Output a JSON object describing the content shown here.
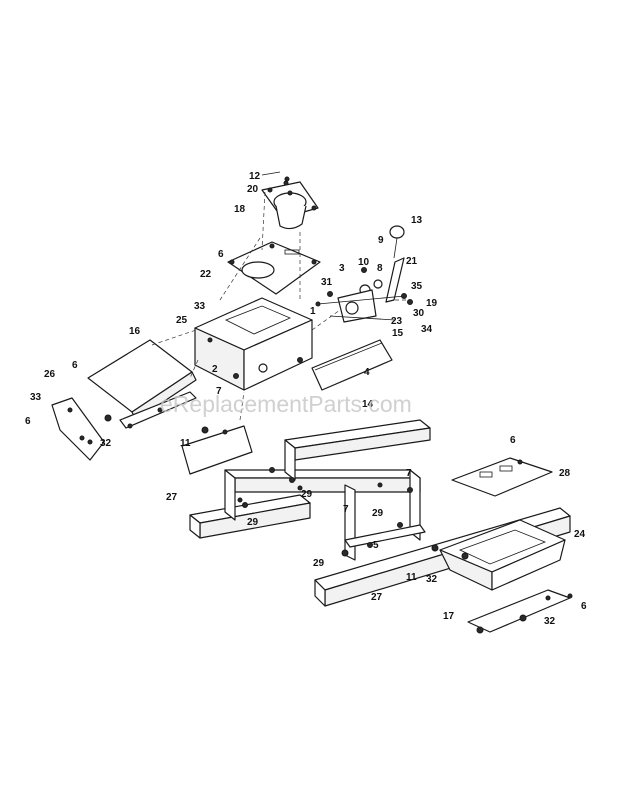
{
  "watermark": "eReplacementParts.com",
  "callouts": [
    {
      "id": "c12a",
      "text": "12"
    },
    {
      "id": "c20",
      "text": "20"
    },
    {
      "id": "c18",
      "text": "18"
    },
    {
      "id": "c6a",
      "text": "6"
    },
    {
      "id": "c22",
      "text": "22"
    },
    {
      "id": "c33a",
      "text": "33"
    },
    {
      "id": "c25",
      "text": "25"
    },
    {
      "id": "c2",
      "text": "2"
    },
    {
      "id": "c7a",
      "text": "7"
    },
    {
      "id": "c16",
      "text": "16"
    },
    {
      "id": "c6b",
      "text": "6"
    },
    {
      "id": "c26",
      "text": "26"
    },
    {
      "id": "c33b",
      "text": "33"
    },
    {
      "id": "c6c",
      "text": "6"
    },
    {
      "id": "c32a",
      "text": "32"
    },
    {
      "id": "c11a",
      "text": "11"
    },
    {
      "id": "c27a",
      "text": "27"
    },
    {
      "id": "c13",
      "text": "13"
    },
    {
      "id": "c9",
      "text": "9"
    },
    {
      "id": "c3",
      "text": "3"
    },
    {
      "id": "c10",
      "text": "10"
    },
    {
      "id": "c8",
      "text": "8"
    },
    {
      "id": "c21",
      "text": "21"
    },
    {
      "id": "c31",
      "text": "31"
    },
    {
      "id": "c35",
      "text": "35"
    },
    {
      "id": "c19",
      "text": "19"
    },
    {
      "id": "c1",
      "text": "1"
    },
    {
      "id": "c30",
      "text": "30"
    },
    {
      "id": "c23",
      "text": "23"
    },
    {
      "id": "c34",
      "text": "34"
    },
    {
      "id": "c15",
      "text": "15"
    },
    {
      "id": "c4",
      "text": "4"
    },
    {
      "id": "c14",
      "text": "14"
    },
    {
      "id": "c29a",
      "text": "29"
    },
    {
      "id": "c29b",
      "text": "29"
    },
    {
      "id": "c7b",
      "text": "7"
    },
    {
      "id": "c6d",
      "text": "6"
    },
    {
      "id": "c28",
      "text": "28"
    },
    {
      "id": "c7c",
      "text": "7"
    },
    {
      "id": "c29c",
      "text": "29"
    },
    {
      "id": "c5",
      "text": "5"
    },
    {
      "id": "c29d",
      "text": "29"
    },
    {
      "id": "c24",
      "text": "24"
    },
    {
      "id": "c11b",
      "text": "11"
    },
    {
      "id": "c32b",
      "text": "32"
    },
    {
      "id": "c27b",
      "text": "27"
    },
    {
      "id": "c17",
      "text": "17"
    },
    {
      "id": "c32c",
      "text": "32"
    },
    {
      "id": "c6e",
      "text": "6"
    }
  ]
}
